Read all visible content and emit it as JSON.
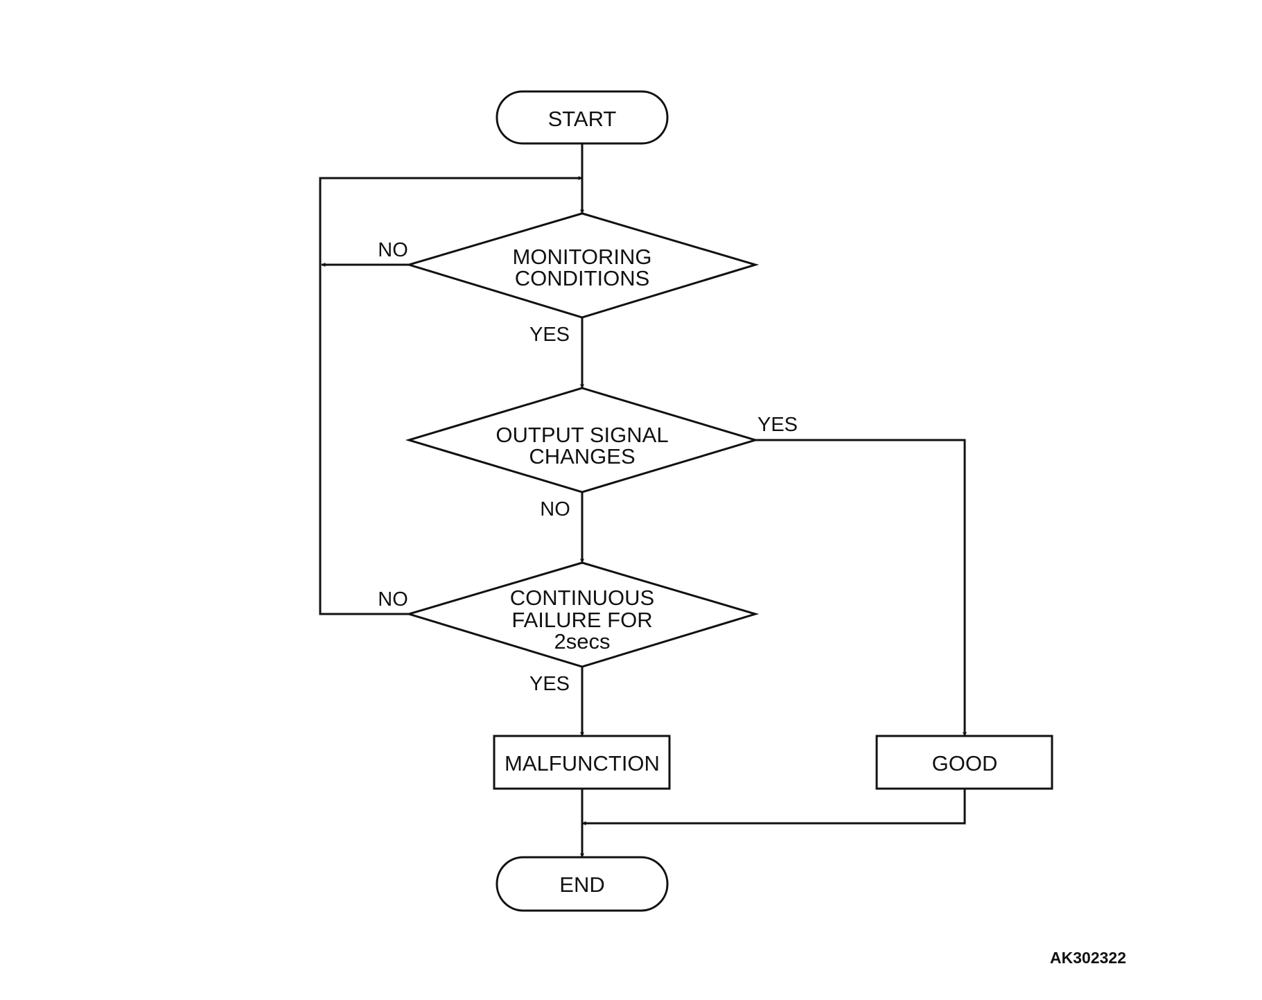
{
  "diagram": {
    "type": "flowchart",
    "nodes": {
      "start": {
        "kind": "terminal",
        "lines": [
          "START"
        ]
      },
      "monitoring": {
        "kind": "decision",
        "lines": [
          "MONITORING",
          "CONDITIONS"
        ]
      },
      "output_signal": {
        "kind": "decision",
        "lines": [
          "OUTPUT SIGNAL",
          "CHANGES"
        ]
      },
      "continuous_failure": {
        "kind": "decision",
        "lines": [
          "CONTINUOUS",
          "FAILURE FOR",
          "2secs"
        ]
      },
      "malfunction": {
        "kind": "process",
        "lines": [
          "MALFUNCTION"
        ]
      },
      "good": {
        "kind": "process",
        "lines": [
          "GOOD"
        ]
      },
      "end": {
        "kind": "terminal",
        "lines": [
          "END"
        ]
      }
    },
    "edges": [
      {
        "from": "start",
        "to": "monitoring",
        "label": ""
      },
      {
        "from": "monitoring",
        "to": "monitoring",
        "label": "NO"
      },
      {
        "from": "monitoring",
        "to": "output_signal",
        "label": "YES"
      },
      {
        "from": "output_signal",
        "to": "good",
        "label": "YES"
      },
      {
        "from": "output_signal",
        "to": "continuous_failure",
        "label": "NO"
      },
      {
        "from": "continuous_failure",
        "to": "monitoring",
        "label": "NO"
      },
      {
        "from": "continuous_failure",
        "to": "malfunction",
        "label": "YES"
      },
      {
        "from": "malfunction",
        "to": "end",
        "label": ""
      },
      {
        "from": "good",
        "to": "end",
        "label": ""
      }
    ],
    "figure_id": "AK302322"
  }
}
